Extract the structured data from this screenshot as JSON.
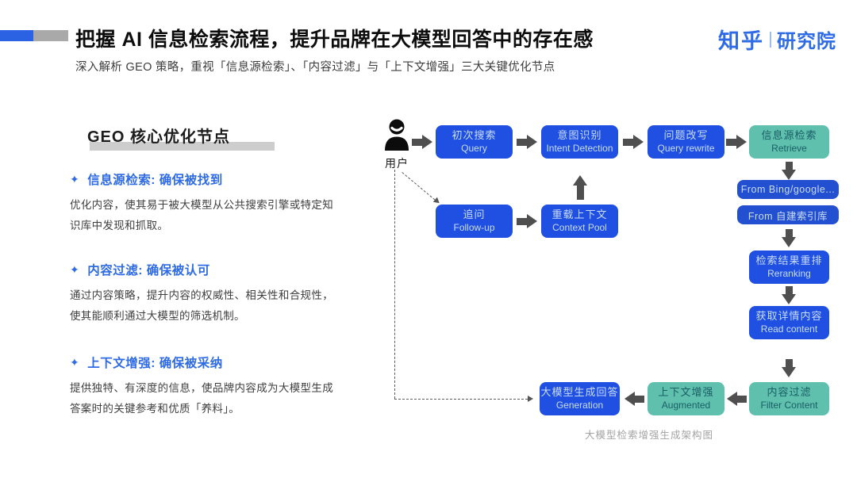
{
  "header": {
    "title": "把握 AI 信息检索流程，提升品牌在大模型回答中的存在感",
    "subtitle": "深入解析 GEO 策略，重视「信息源检索」、「内容过滤」与「上下文增强」三大关键优化节点",
    "logo": {
      "brand": "知乎",
      "unit": "研究院"
    }
  },
  "left_panel": {
    "heading": "GEO 核心优化节点",
    "bullets": [
      {
        "title": "信息源检索: 确保被找到",
        "desc": "优化内容，使其易于被大模型从公共搜索引擎或特定知识库中发现和抓取。"
      },
      {
        "title": "内容过滤: 确保被认可",
        "desc": "通过内容策略，提升内容的权威性、相关性和合规性，使其能顺利通过大模型的筛选机制。"
      },
      {
        "title": "上下文增强: 确保被采纳",
        "desc": "提供独特、有深度的信息，使品牌内容成为大模型生成答案时的关键参考和优质「养料」。"
      }
    ]
  },
  "flowchart": {
    "user_label": "用户",
    "caption": "大模型检索增强生成架构图",
    "nodes": {
      "query": {
        "zh": "初次搜索",
        "en": "Query"
      },
      "intent": {
        "zh": "意图识别",
        "en": "Intent Detection"
      },
      "rewrite": {
        "zh": "问题改写",
        "en": "Query rewrite"
      },
      "retrieve": {
        "zh": "信息源检索",
        "en": "Retrieve"
      },
      "bing": {
        "label": "From Bing/google..."
      },
      "own_index": {
        "label": "From 自建索引库"
      },
      "rerank": {
        "zh": "检索结果重排",
        "en": "Reranking"
      },
      "read": {
        "zh": "获取详情内容",
        "en": "Read content"
      },
      "followup": {
        "zh": "追问",
        "en": "Follow-up"
      },
      "context": {
        "zh": "重载上下文",
        "en": "Context Pool"
      },
      "generation": {
        "zh": "大模型生成回答",
        "en": "Generation"
      },
      "augmented": {
        "zh": "上下文增强",
        "en": "Augmented"
      },
      "filter": {
        "zh": "内容过滤",
        "en": "Filter Content"
      }
    },
    "colors": {
      "primary_blue": "#1f50e2",
      "navy_blue": "#2350d0",
      "teal": "#5ec0ad",
      "teal_text": "#1b5e66",
      "arrow_gray": "#4f4f4f",
      "accent_blue": "#2e6be4"
    }
  }
}
